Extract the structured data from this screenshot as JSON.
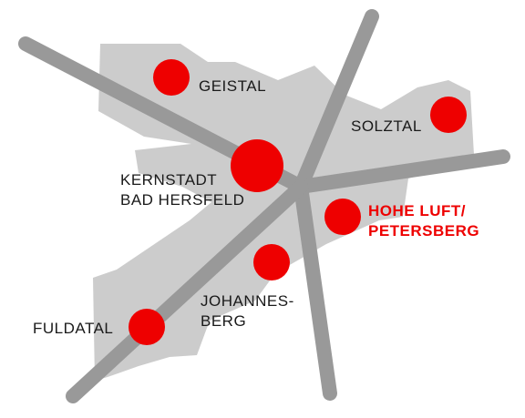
{
  "colors": {
    "area_fill": "#cccccc",
    "road": "#999999",
    "marker": "#ee0000",
    "label_default": "#1a1a1a",
    "label_highlight": "#ee0000"
  },
  "districts": [
    {
      "id": "geistal",
      "lines": [
        "GEISTAL"
      ],
      "highlight": false
    },
    {
      "id": "solztal",
      "lines": [
        "SOLZTAL"
      ],
      "highlight": false
    },
    {
      "id": "kernstadt",
      "lines": [
        "KERNSTADT",
        "BAD HERSFELD"
      ],
      "highlight": false
    },
    {
      "id": "hohe-luft",
      "lines": [
        "HOHE LUFT/",
        "PETERSBERG"
      ],
      "highlight": true
    },
    {
      "id": "johannesberg",
      "lines": [
        "JOHANNES-",
        "BERG"
      ],
      "highlight": false
    },
    {
      "id": "fuldatal",
      "lines": [
        "FULDATAL"
      ],
      "highlight": false
    }
  ]
}
